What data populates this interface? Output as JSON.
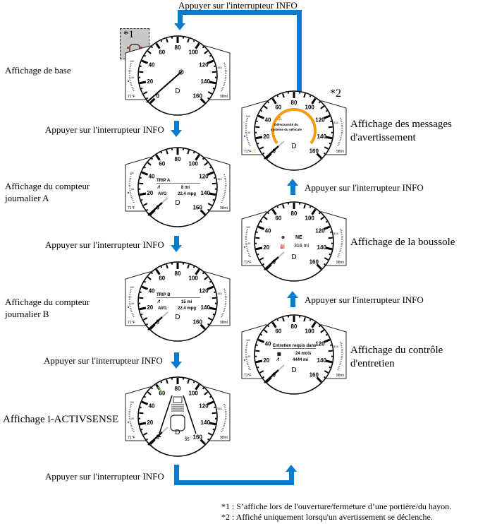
{
  "press_info": "Appuyer sur l'interrupteur INFO",
  "displays": {
    "base": "Affichage de base",
    "trip_a": "Affichage du compteur journalier A",
    "trip_b": "Affichage du compteur journalier B",
    "iactivsense": "Affichage i-ACTIVSENSE",
    "warning": "Affichage des messages d'avertissement",
    "compass": "Affichage de la boussole",
    "maintenance": "Affichage du contrôle d'entretien"
  },
  "gauge": {
    "speed_ticks": [
      "0",
      "20",
      "40",
      "60",
      "80",
      "100",
      "120",
      "140",
      "160"
    ],
    "gear": "D",
    "temp": "71°F",
    "range": "98mi",
    "fuel_label": "316",
    "temp_scale_top": "100",
    "temp_scale_mid": "40"
  },
  "trip_a": {
    "title": "TRIP A",
    "dist": "8 mi",
    "avg_label": "AVG",
    "avg": "22.4 mpg"
  },
  "trip_b": {
    "title": "TRIP B",
    "dist": "15 mi",
    "avg_label": "AVG",
    "avg": "22.4 mpg"
  },
  "warning": {
    "message": "Défectuosité du système du véhicule",
    "marker": "*2"
  },
  "compass": {
    "heading": "NE",
    "range": "316 mi"
  },
  "maintenance": {
    "title": "Entretien requis dans",
    "months": "24 mois",
    "distance": "4444 mi"
  },
  "iactivsense": {
    "distance": "55"
  },
  "door_marker": "*1",
  "notes": [
    "*1 : S’affiche lors de l'ouverture/fermeture d’une portière/du hayon.",
    "*2 : Affiché uniquement lorsqu'un avertissement se déclenche."
  ],
  "colors": {
    "arrow": "#0b7bd0",
    "warning_ring": "#f39c12",
    "needle_green": "#6cc04a"
  }
}
